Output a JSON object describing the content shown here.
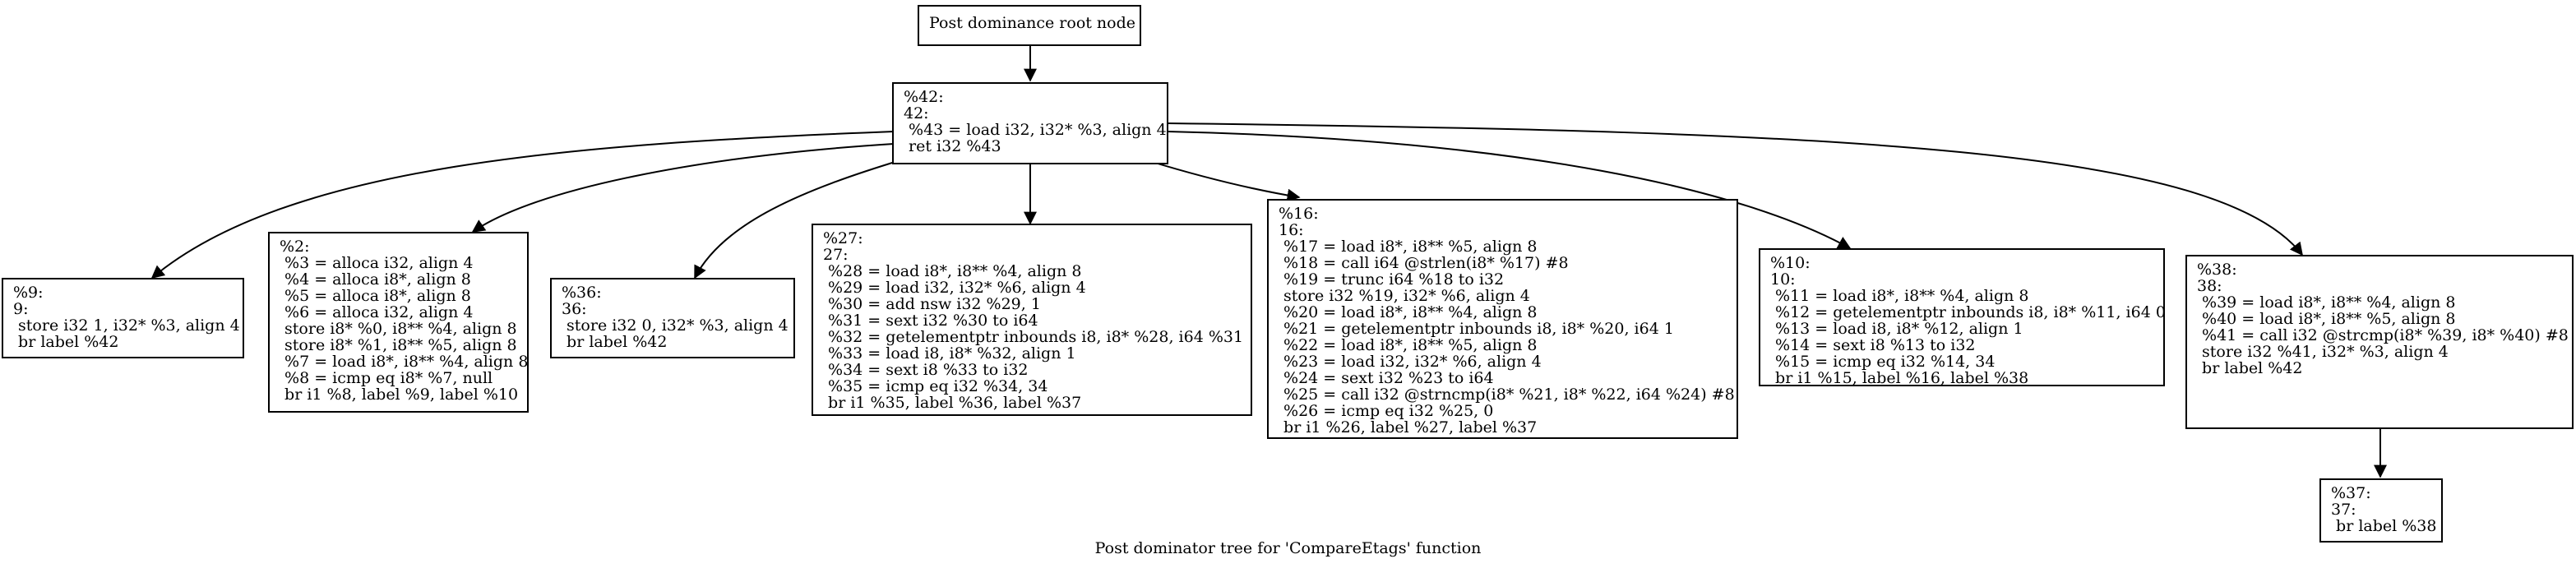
{
  "caption": "Post dominator tree for 'CompareEtags' function",
  "nodes": {
    "root": [
      "Post dominance root node"
    ],
    "n42": [
      "%42:",
      "42:",
      " %43 = load i32, i32* %3, align 4",
      " ret i32 %43"
    ],
    "n9": [
      "%9:",
      "9:",
      " store i32 1, i32* %3, align 4",
      " br label %42"
    ],
    "n2": [
      "%2:",
      " %3 = alloca i32, align 4",
      " %4 = alloca i8*, align 8",
      " %5 = alloca i8*, align 8",
      " %6 = alloca i32, align 4",
      " store i8* %0, i8** %4, align 8",
      " store i8* %1, i8** %5, align 8",
      " %7 = load i8*, i8** %4, align 8",
      " %8 = icmp eq i8* %7, null",
      " br i1 %8, label %9, label %10"
    ],
    "n36": [
      "%36:",
      "36:",
      " store i32 0, i32* %3, align 4",
      " br label %42"
    ],
    "n27": [
      "%27:",
      "27:",
      " %28 = load i8*, i8** %4, align 8",
      " %29 = load i32, i32* %6, align 4",
      " %30 = add nsw i32 %29, 1",
      " %31 = sext i32 %30 to i64",
      " %32 = getelementptr inbounds i8, i8* %28, i64 %31",
      " %33 = load i8, i8* %32, align 1",
      " %34 = sext i8 %33 to i32",
      " %35 = icmp eq i32 %34, 34",
      " br i1 %35, label %36, label %37"
    ],
    "n16": [
      "%16:",
      "16:",
      " %17 = load i8*, i8** %5, align 8",
      " %18 = call i64 @strlen(i8* %17) #8",
      " %19 = trunc i64 %18 to i32",
      " store i32 %19, i32* %6, align 4",
      " %20 = load i8*, i8** %4, align 8",
      " %21 = getelementptr inbounds i8, i8* %20, i64 1",
      " %22 = load i8*, i8** %5, align 8",
      " %23 = load i32, i32* %6, align 4",
      " %24 = sext i32 %23 to i64",
      " %25 = call i32 @strncmp(i8* %21, i8* %22, i64 %24) #8",
      " %26 = icmp eq i32 %25, 0",
      " br i1 %26, label %27, label %37"
    ],
    "n10": [
      "%10:",
      "10:",
      " %11 = load i8*, i8** %4, align 8",
      " %12 = getelementptr inbounds i8, i8* %11, i64 0",
      " %13 = load i8, i8* %12, align 1",
      " %14 = sext i8 %13 to i32",
      " %15 = icmp eq i32 %14, 34",
      " br i1 %15, label %16, label %38"
    ],
    "n38": [
      "%38:",
      "38:",
      " %39 = load i8*, i8** %4, align 8",
      " %40 = load i8*, i8** %5, align 8",
      " %41 = call i32 @strcmp(i8* %39, i8* %40) #8",
      " store i32 %41, i32* %3, align 4",
      " br label %42"
    ],
    "n37": [
      "%37:",
      "37:",
      " br label %38"
    ]
  },
  "edges": [
    {
      "from": "root",
      "to": "n42"
    },
    {
      "from": "n42",
      "to": "n9"
    },
    {
      "from": "n42",
      "to": "n2"
    },
    {
      "from": "n42",
      "to": "n36"
    },
    {
      "from": "n42",
      "to": "n27"
    },
    {
      "from": "n42",
      "to": "n16"
    },
    {
      "from": "n42",
      "to": "n10"
    },
    {
      "from": "n42",
      "to": "n38"
    },
    {
      "from": "n38",
      "to": "n37"
    }
  ]
}
